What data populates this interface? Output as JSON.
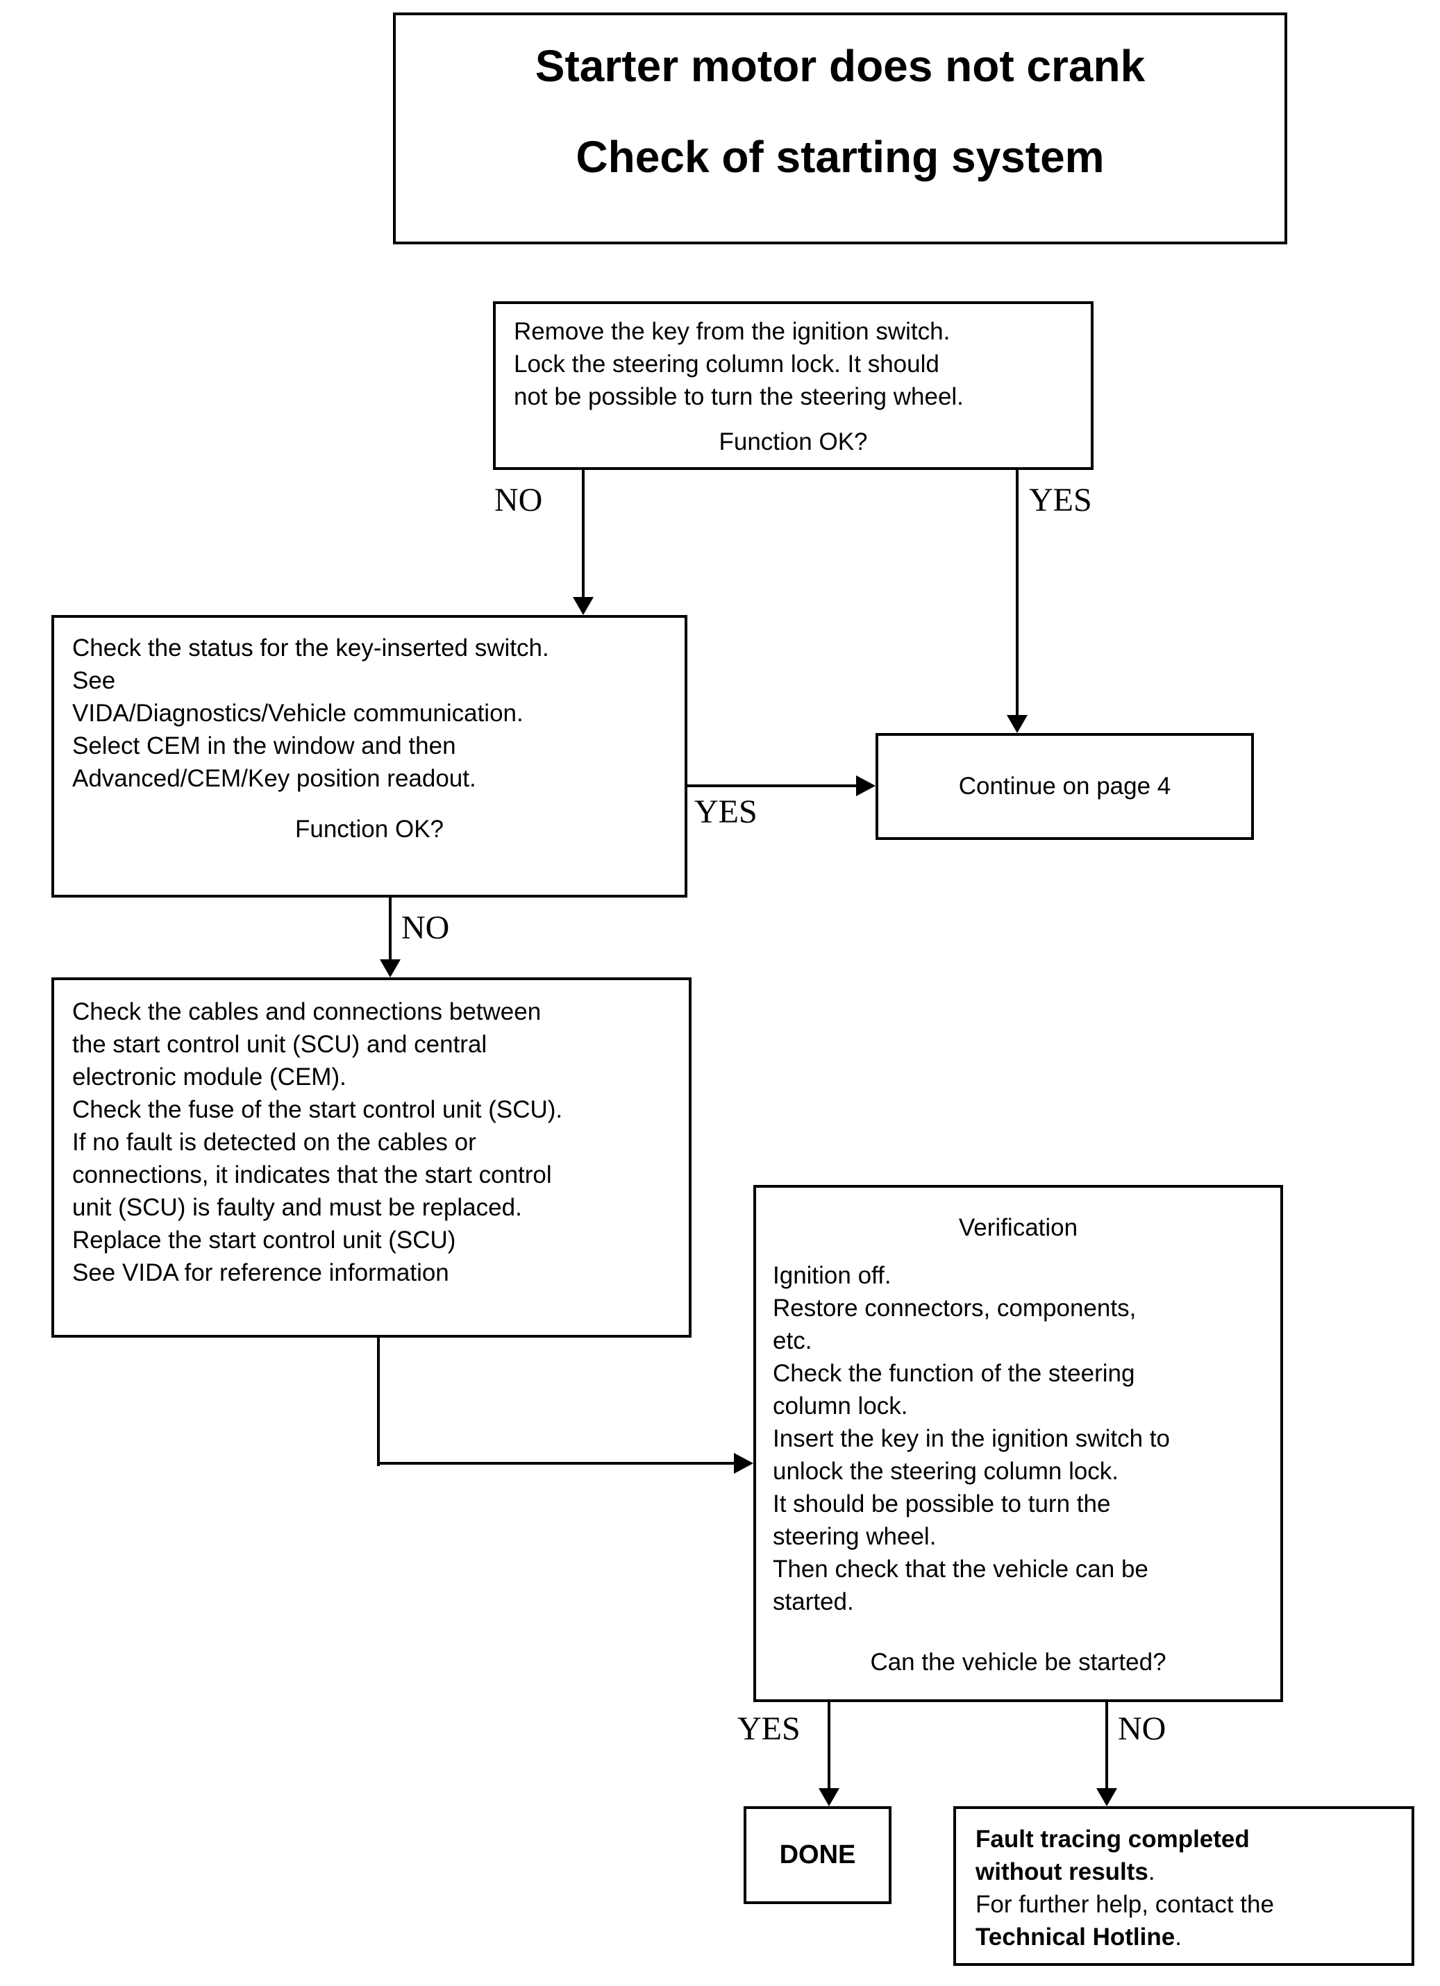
{
  "title": {
    "line1": "Starter motor does not crank",
    "line2": "Check of starting system"
  },
  "edge_labels": {
    "yes": "YES",
    "no": "NO"
  },
  "nodes": {
    "steering_check": {
      "lines": [
        "Remove the key from the ignition switch.",
        "Lock the steering column lock. It should",
        "not be possible to turn the steering wheel."
      ],
      "question": "Function OK?"
    },
    "key_switch_check": {
      "lines": [
        "Check the status for the key-inserted switch.",
        "See",
        "VIDA/Diagnostics/Vehicle communication.",
        "Select CEM in the window and then",
        "Advanced/CEM/Key position readout."
      ],
      "question": "Function OK?"
    },
    "continue_page4": {
      "label": "Continue on page 4"
    },
    "scu_check": {
      "lines": [
        "Check the cables and connections between",
        "the start control unit (SCU) and central",
        "electronic module (CEM).",
        "Check the fuse of the start control unit (SCU).",
        "If no fault is detected on the cables or",
        "connections, it indicates that the start control",
        "unit (SCU) is faulty and must be replaced.",
        "Replace the start control unit (SCU)",
        "See VIDA for reference information"
      ]
    },
    "verification": {
      "heading": "Verification",
      "lines": [
        "Ignition off.",
        "Restore connectors, components,",
        "etc.",
        "Check the function of the steering",
        "column lock.",
        "Insert the key in the ignition switch to",
        "unlock the steering column lock.",
        "It should be possible to turn the",
        "steering wheel.",
        "Then check that the vehicle can be",
        "started."
      ],
      "question": "Can the vehicle be started?"
    },
    "done": {
      "label": "DONE"
    },
    "fault": {
      "line1_bold": "Fault tracing completed",
      "line2_bold": "without results",
      "line2_rest": ".",
      "line3": "For further help, contact the",
      "line4_bold": "Technical Hotline",
      "line4_rest": "."
    }
  }
}
